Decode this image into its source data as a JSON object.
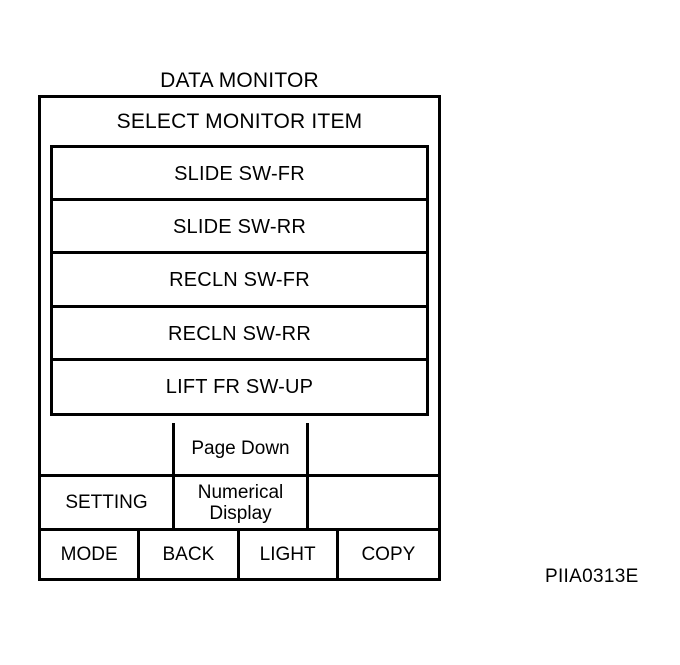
{
  "screen": {
    "title": "DATA MONITOR",
    "header": "SELECT MONITOR ITEM",
    "monitor_items": [
      {
        "label": "SLIDE SW-FR"
      },
      {
        "label": "SLIDE SW-RR"
      },
      {
        "label": "RECLN SW-FR"
      },
      {
        "label": "RECLN SW-RR"
      },
      {
        "label": "LIFT FR SW-UP"
      }
    ],
    "softkeys": {
      "row1": [
        {
          "label": ""
        },
        {
          "label": "Page Down"
        },
        {
          "label": ""
        }
      ],
      "row2": [
        {
          "label": "SETTING"
        },
        {
          "label_line1": "Numerical",
          "label_line2": "Display"
        },
        {
          "label": ""
        }
      ],
      "row3": [
        {
          "label": "MODE"
        },
        {
          "label": "BACK"
        },
        {
          "label": "LIGHT"
        },
        {
          "label": "COPY"
        }
      ]
    }
  },
  "figure": {
    "reference": "PIIA0313E"
  },
  "colors": {
    "background": "#ffffff",
    "foreground": "#000000"
  }
}
